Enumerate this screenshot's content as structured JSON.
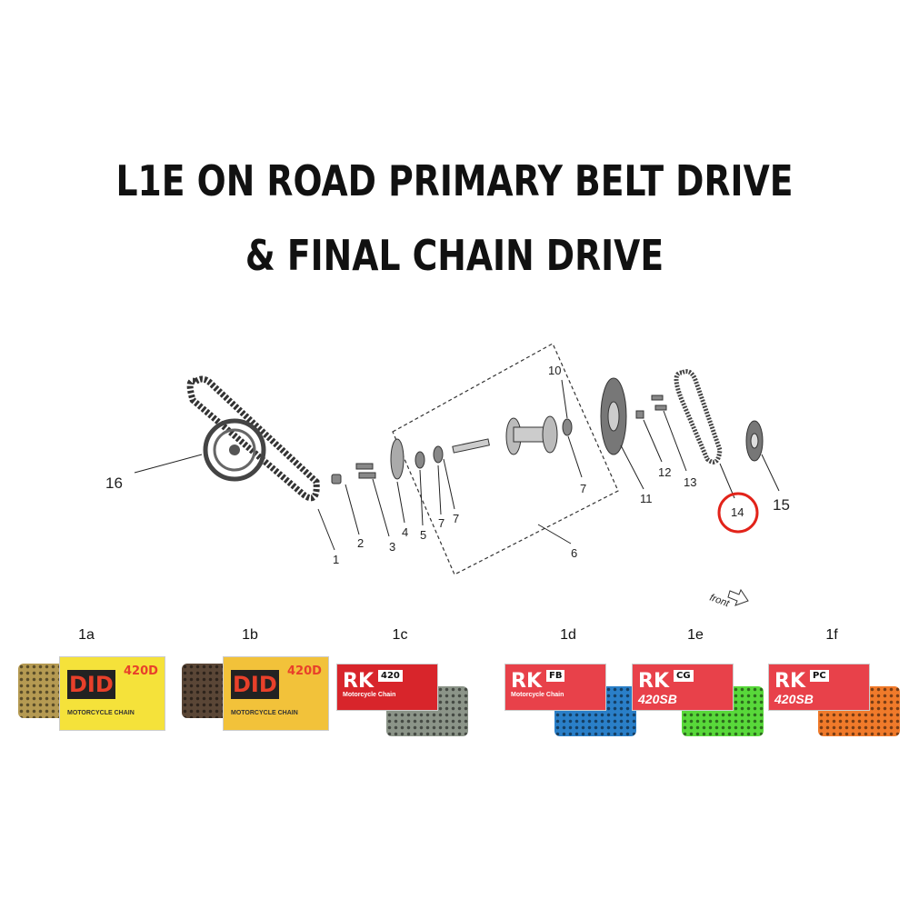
{
  "title": {
    "line1": "L1E ON ROAD PRIMARY BELT DRIVE",
    "line2": "& FINAL CHAIN DRIVE"
  },
  "callouts": [
    "16",
    "1",
    "2",
    "3",
    "4",
    "5",
    "7",
    "7",
    "6",
    "7",
    "10",
    "11",
    "12",
    "13",
    "14",
    "15"
  ],
  "highlighted_callout": "14",
  "highlight_color": "#e2231a",
  "front_label": "front",
  "products": [
    {
      "id": "1a",
      "brand": "DID",
      "model": "420D",
      "type": "MOTORCYCLE CHAIN",
      "box_color": "#f5e23a",
      "chain_color": "#b59a52"
    },
    {
      "id": "1b",
      "brand": "DID",
      "model": "420D",
      "type": "MOTORCYCLE CHAIN",
      "box_color": "#f2c23a",
      "chain_color": "#5a4636"
    },
    {
      "id": "1c",
      "brand": "RK",
      "model": "420",
      "type": "Motorcycle Chain",
      "box_color": "#d8252b",
      "chain_color": "#8b9488"
    },
    {
      "id": "1d",
      "brand": "RK",
      "model": "FB",
      "type": "Motorcycle Chain",
      "box_color": "#e8414a",
      "chain_color": "#2a7fc8"
    },
    {
      "id": "1e",
      "brand": "RK",
      "model": "CG",
      "type": "420SB",
      "box_color": "#e8414a",
      "chain_color": "#58d83a"
    },
    {
      "id": "1f",
      "brand": "RK",
      "model": "PC",
      "type": "420SB",
      "box_color": "#e8414a",
      "chain_color": "#f07a2a"
    }
  ]
}
